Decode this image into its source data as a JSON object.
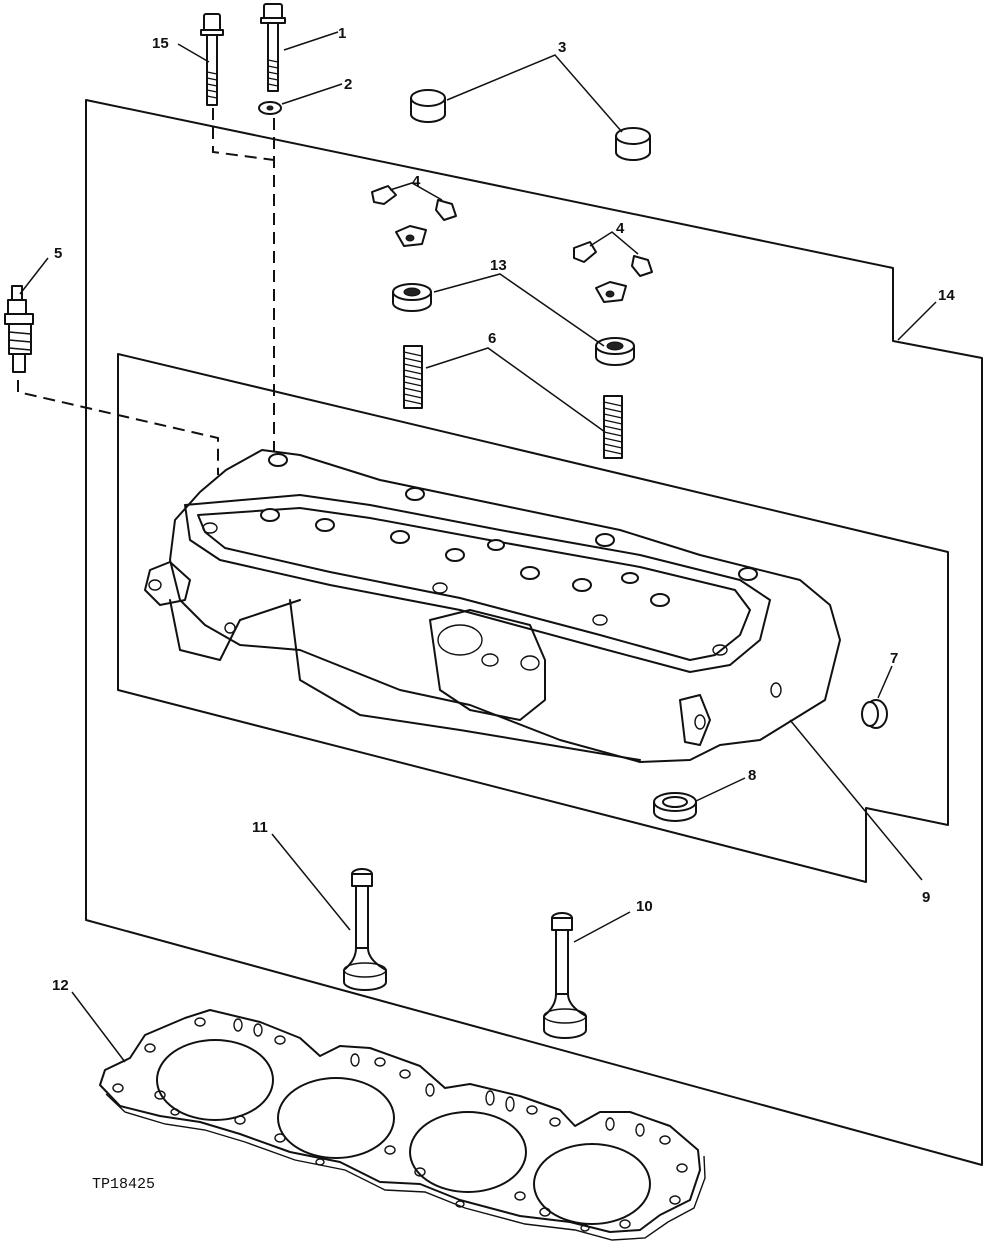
{
  "figure": {
    "id_label": "TP18425",
    "callouts": [
      "1",
      "2",
      "3",
      "4",
      "4",
      "5",
      "6",
      "7",
      "8",
      "9",
      "10",
      "11",
      "12",
      "13",
      "14",
      "15"
    ]
  },
  "colors": {
    "ink": "#111111",
    "paper": "#ffffff"
  }
}
